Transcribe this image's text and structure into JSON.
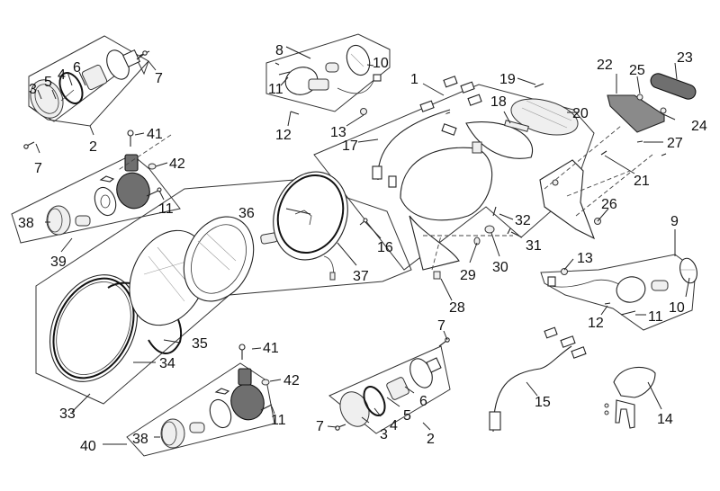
{
  "diagram": {
    "type": "exploded-parts-diagram",
    "subject": "motorcycle headlight, turn signal and tail light assembly",
    "colors": {
      "line": "#222222",
      "dark_part": "#6f6f6f",
      "grey_part": "#8a8a8a",
      "background": "#ffffff"
    },
    "callouts": {
      "c1": "1",
      "c2a": "2",
      "c2b": "2",
      "c3a": "3",
      "c3b": "3",
      "c4a": "4",
      "c4b": "4",
      "c5a": "5",
      "c5b": "5",
      "c6a": "6",
      "c6b": "6",
      "c7a": "7",
      "c7b": "7",
      "c7c": "7",
      "c7d": "7",
      "c8": "8",
      "c9": "9",
      "c10a": "10",
      "c10b": "10",
      "c11a": "11",
      "c11b": "11",
      "c11c": "11",
      "c11d": "11",
      "c12a": "12",
      "c12b": "12",
      "c13a": "13",
      "c13b": "13",
      "c14": "14",
      "c15": "15",
      "c16": "16",
      "c17": "17",
      "c18": "18",
      "c19": "19",
      "c20": "20",
      "c21": "21",
      "c22": "22",
      "c23": "23",
      "c24": "24",
      "c25": "25",
      "c26": "26",
      "c27": "27",
      "c28": "28",
      "c29": "29",
      "c30": "30",
      "c31": "31",
      "c32": "32",
      "c33": "33",
      "c34": "34",
      "c35": "35",
      "c36": "36",
      "c37": "37",
      "c38a": "38",
      "c38b": "38",
      "c39": "39",
      "c40": "40",
      "c41a": "41",
      "c41b": "41",
      "c42a": "42",
      "c42b": "42"
    }
  }
}
